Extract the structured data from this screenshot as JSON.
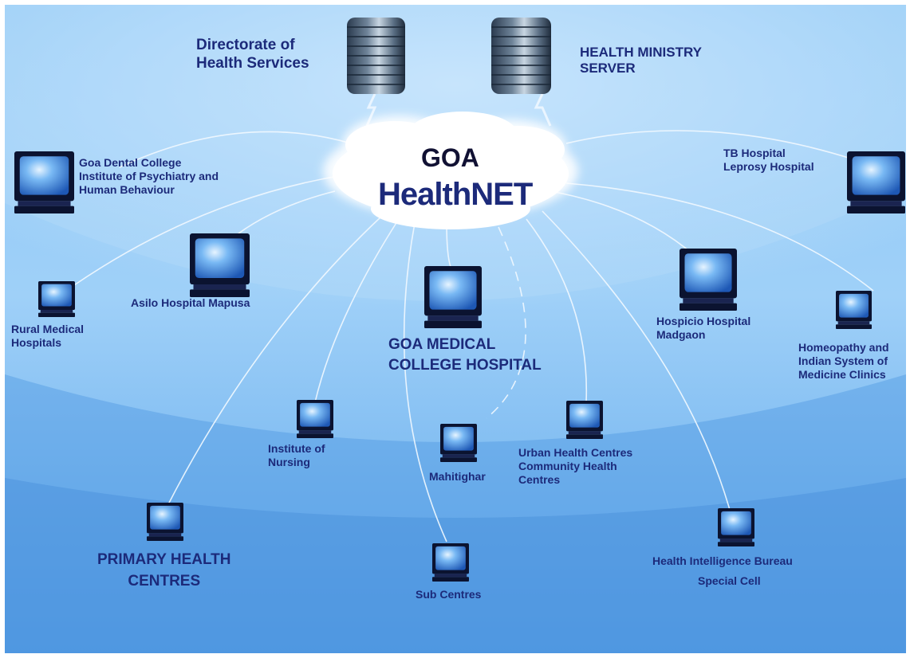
{
  "diagram": {
    "hub": {
      "line1": "GOA",
      "line2_regular": "Health",
      "line2_bold": "NET"
    },
    "servers": [
      {
        "id": "dhs",
        "label": "Directorate of\nHealth Services"
      },
      {
        "id": "hms",
        "label": "HEALTH MINISTRY\nSERVER"
      }
    ],
    "nodes": [
      {
        "id": "dental",
        "label": "Goa Dental College\nInstitute of Psychiatry and\nHuman Behaviour"
      },
      {
        "id": "tb",
        "label": "TB Hospital\nLeprosy Hospital"
      },
      {
        "id": "asilo",
        "label": "Asilo Hospital Mapusa"
      },
      {
        "id": "rural",
        "label": "Rural Medical\nHospitals"
      },
      {
        "id": "gmc",
        "label": "GOA MEDICAL\nCOLLEGE HOSPITAL"
      },
      {
        "id": "hospicio",
        "label": "Hospicio Hospital\nMadgaon"
      },
      {
        "id": "homeo",
        "label": "Homeopathy and\nIndian System of\nMedicine Clinics"
      },
      {
        "id": "nursing",
        "label": "Institute of\nNursing"
      },
      {
        "id": "mahiti",
        "label": "Mahitighar"
      },
      {
        "id": "urban",
        "label": "Urban Health Centres\nCommunity Health\nCentres"
      },
      {
        "id": "phc",
        "label": "PRIMARY HEALTH\nCENTRES"
      },
      {
        "id": "sub",
        "label": "Sub Centres"
      },
      {
        "id": "hib",
        "label": "Health Intelligence Bureau"
      },
      {
        "id": "special",
        "label": "Special Cell"
      }
    ]
  },
  "colors": {
    "background_light": "#a9d6f8",
    "background_mid": "#6fb4ee",
    "background_dark": "#4f98e2",
    "label_text": "#1c2a7a",
    "cloud": "#ffffff",
    "server_band_light": "#b8c7d4",
    "server_band_dark": "#2c3c50",
    "monitor_frame": "#0b1330",
    "monitor_screen": "#3a8ae8",
    "connector_line": "#f2f9ff"
  }
}
